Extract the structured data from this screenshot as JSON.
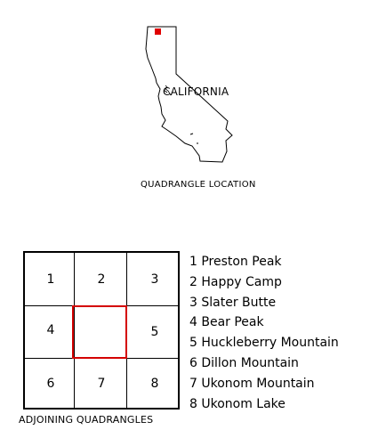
{
  "location_map": {
    "state_label": "CALIFORNIA",
    "caption": "QUADRANGLE LOCATION",
    "marker_color": "#e00000"
  },
  "adjoining": {
    "caption": "ADJOINING QUADRANGLES",
    "cells": [
      "1",
      "2",
      "3",
      "4",
      "5",
      "6",
      "7",
      "8"
    ],
    "legend": [
      "1 Preston Peak",
      "2 Happy Camp",
      "3 Slater Butte",
      "4 Bear Peak",
      "5 Huckleberry Mountain",
      "6 Dillon Mountain",
      "7 Ukonom Mountain",
      "8 Ukonom Lake"
    ],
    "highlight_color": "#d40000"
  }
}
